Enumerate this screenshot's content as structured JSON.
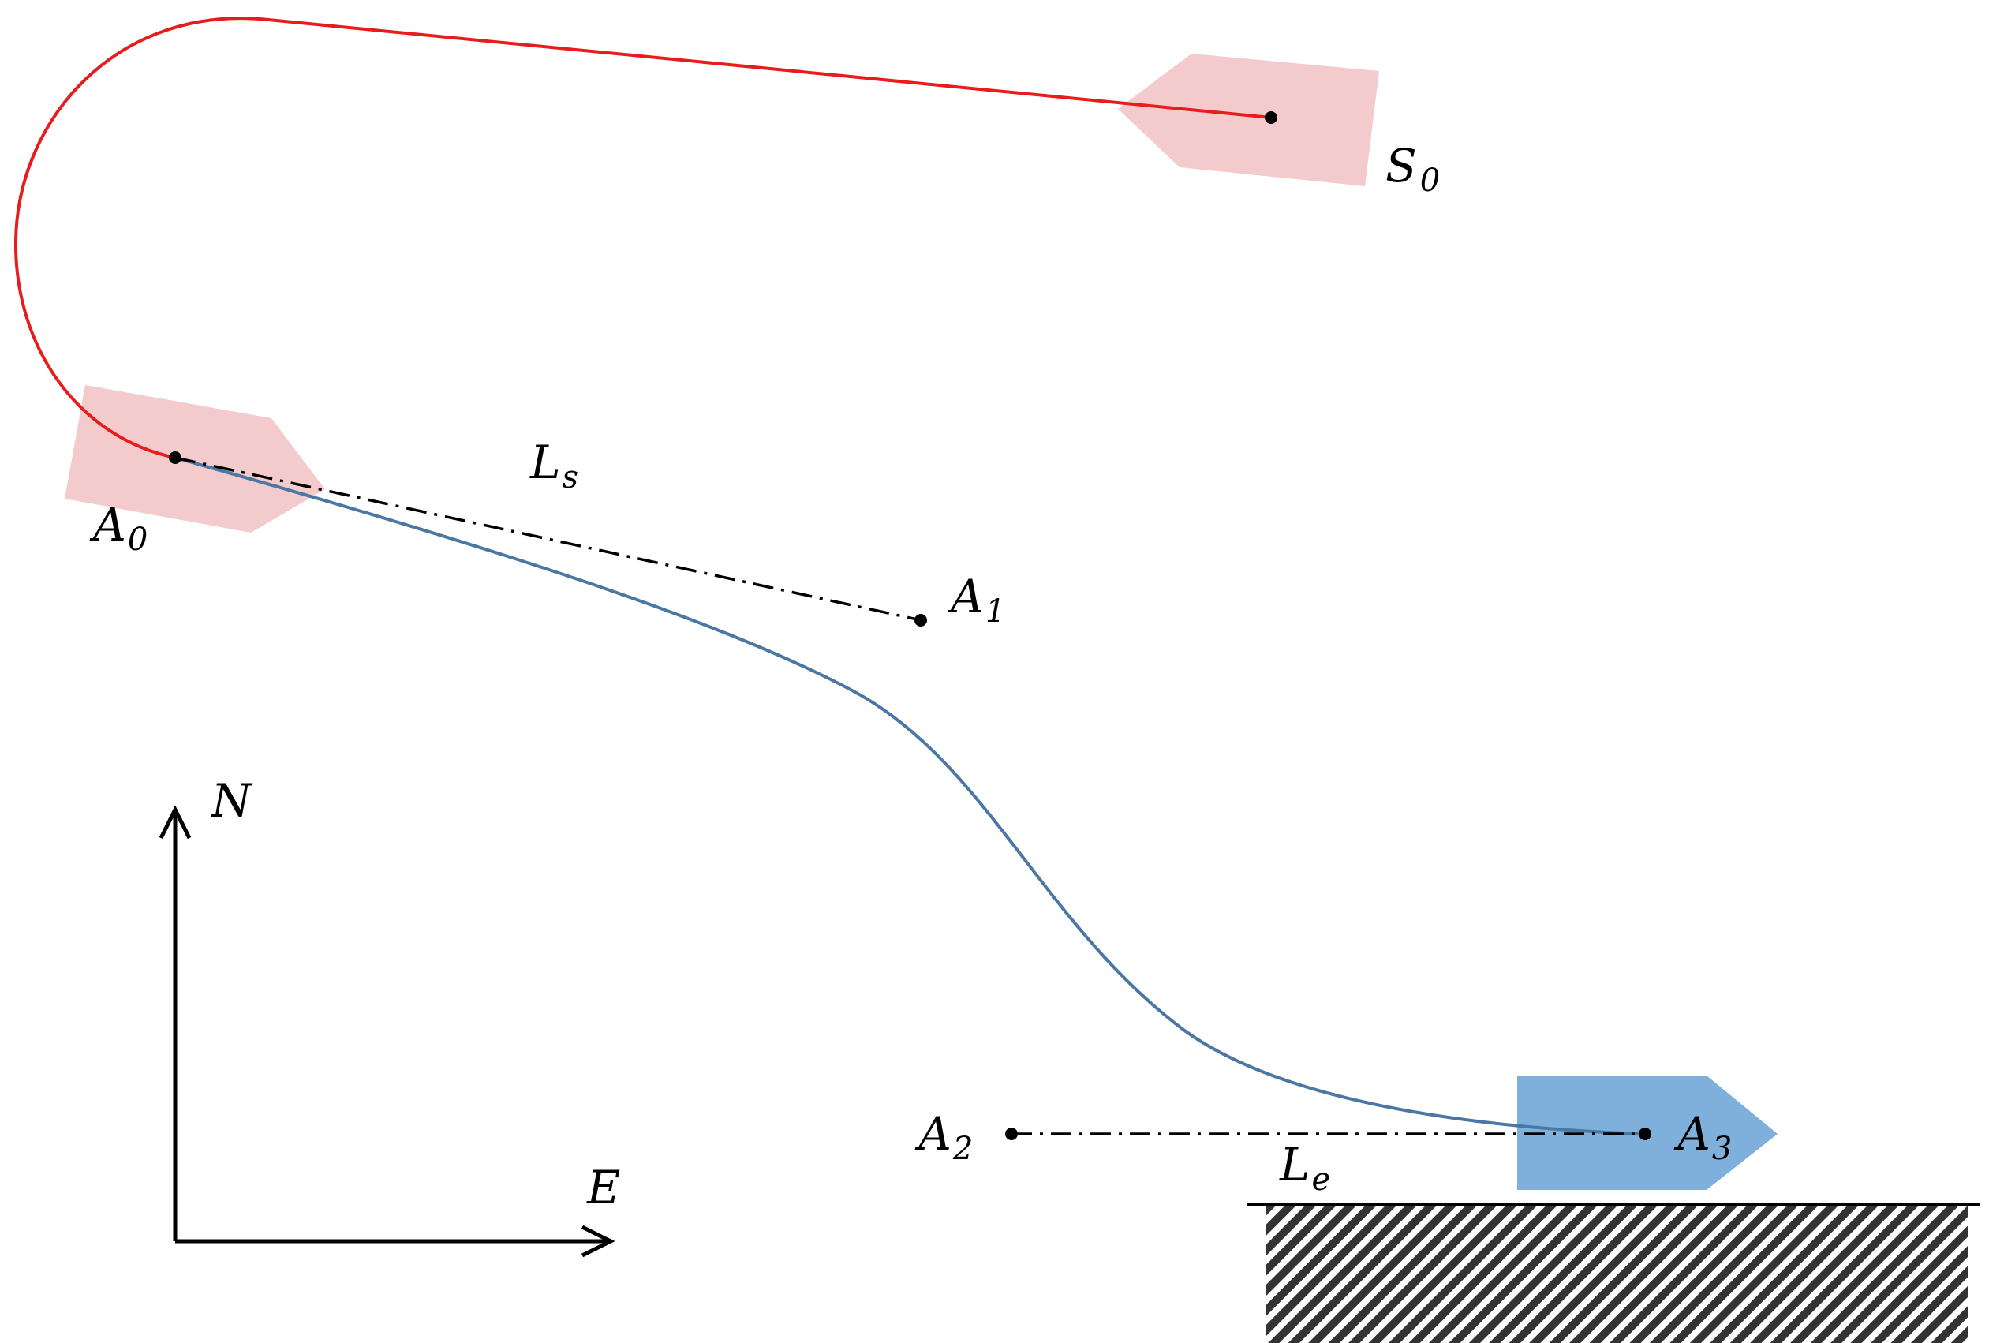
{
  "labels": {
    "S": "S",
    "S_sub": "0",
    "A0": "A",
    "A0_sub": "0",
    "A1": "A",
    "A1_sub": "1",
    "A2": "A",
    "A2_sub": "2",
    "A3": "A",
    "A3_sub": "3",
    "Ls": "L",
    "Ls_sub": "s",
    "Le": "L",
    "Le_sub": "e",
    "north": "N",
    "east": "E"
  },
  "colors": {
    "ship_start": "#f3cbcd",
    "ship_end": "#7fb0db",
    "path_red": "#e81c1c",
    "path_blue": "#4a77a3",
    "line": "#000000"
  }
}
